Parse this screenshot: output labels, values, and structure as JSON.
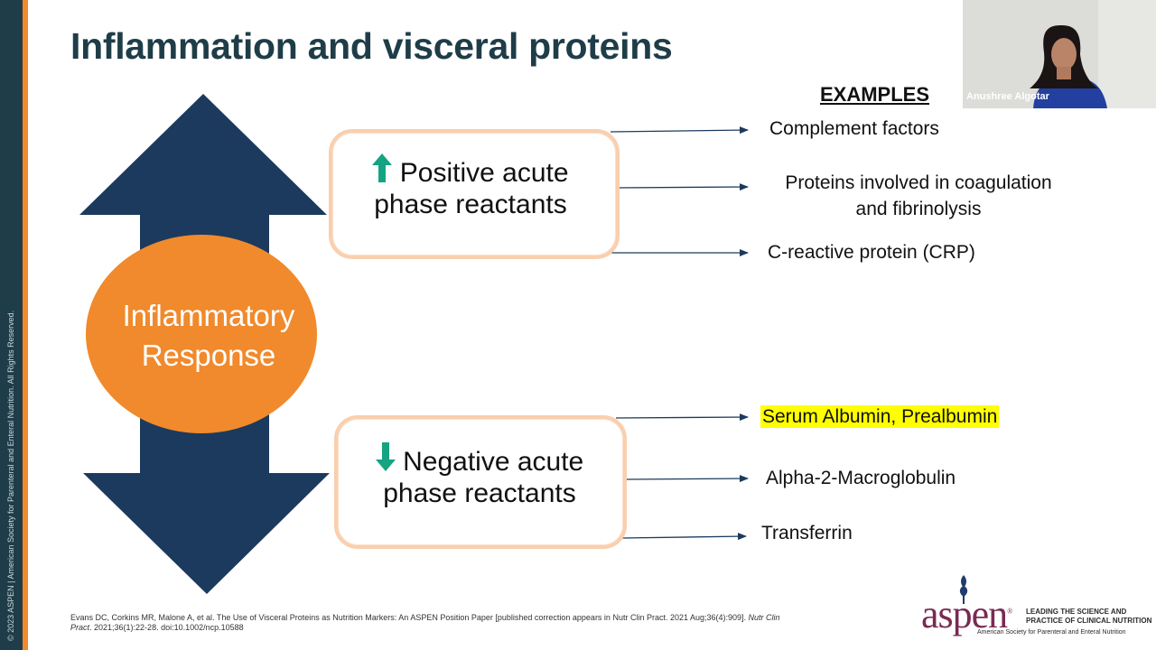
{
  "slide": {
    "title": "Inflammation and visceral proteins",
    "examples_heading": "EXAMPLES",
    "center_label_line1": "Inflammatory",
    "center_label_line2": "Response",
    "positive_box": {
      "line1": "Positive acute",
      "line2": "phase reactants"
    },
    "negative_box": {
      "line1": "Negative acute",
      "line2": "phase reactants"
    },
    "positive_examples": {
      "item1": "Complement factors",
      "item2_line1": "Proteins involved in coagulation",
      "item2_line2": "and fibrinolysis",
      "item3": "C-reactive protein (CRP)"
    },
    "negative_examples": {
      "item1": "Serum Albumin, Prealbumin",
      "item2": "Alpha-2-Macroglobulin",
      "item3": "Transferrin"
    },
    "citation_part1": "Evans DC, Corkins MR, Malone A, et al. The Use of Visceral Proteins as Nutrition Markers: An ASPEN Position Paper [published correction appears in Nutr Clin Pract. 2021 Aug;36(4):909]. ",
    "citation_journal1": "Nutr Clin",
    "citation_journal2": "Pract",
    "citation_part2": ". 2021;36(1):22-28. doi:10.1002/ncp.10588",
    "copyright": "© 2023 ASPEN | American Society for Parenteral and Enteral Nutrition. All Rights Reserved."
  },
  "logo": {
    "word": "aspen",
    "registered": "®",
    "tagline_line1": "LEADING THE SCIENCE AND",
    "tagline_line2": "PRACTICE OF CLINICAL NUTRITION",
    "subtitle": "American Society for Parenteral and Enteral Nutrition"
  },
  "webcam": {
    "participant_name": "Anushree Algotar"
  },
  "colors": {
    "navy": "#1f3d48",
    "arrow": "#1c3a5e",
    "orange": "#f08a2c",
    "box_border": "#f9cfae",
    "up_arrow": "#15a383",
    "down_arrow": "#15a383",
    "highlight": "#ffff00",
    "logo": "#7a2a52"
  }
}
